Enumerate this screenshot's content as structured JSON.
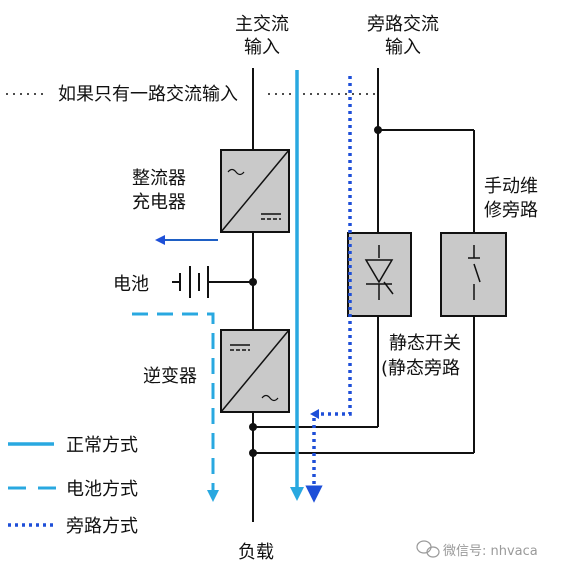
{
  "labels": {
    "main_input_line1": "主交流",
    "main_input_line2": "输入",
    "bypass_input_line1": "旁路交流",
    "bypass_input_line2": "输入",
    "single_source_note": "如果只有一路交流输入",
    "rectifier_line1": "整流器",
    "rectifier_line2": "充电器",
    "battery": "电池",
    "inverter": "逆变器",
    "static_switch_line1": "静态开关",
    "static_switch_line2": "(静态旁路",
    "manual_bypass_line1": "手动维",
    "manual_bypass_line2": "修旁路",
    "load": "负载"
  },
  "legend": [
    {
      "label": "正常方式",
      "style": "solid"
    },
    {
      "label": "电池方式",
      "style": "dashed"
    },
    {
      "label": "旁路方式",
      "style": "dotted"
    }
  ],
  "watermark": "微信号: nhvaca",
  "colors": {
    "normal": "#29A8E0",
    "battery": "#29A8E0",
    "bypass": "#1E4FD8",
    "block_fill": "#C9C9C9",
    "line": "#111111"
  }
}
